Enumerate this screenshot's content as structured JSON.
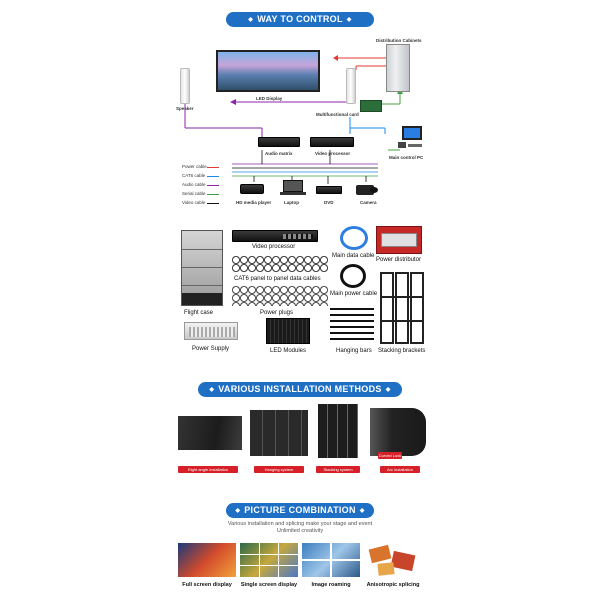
{
  "sections": {
    "control": "WAY TO CONTROL",
    "installation": "VARIOUS INSTALLATION METHODS",
    "combination": "PICTURE COMBINATION"
  },
  "diagram": {
    "distribution": "Distribution Cabinets",
    "display": "LED Display",
    "speaker": "Speaker",
    "card": "Multifunctional card",
    "audio": "Audio matrix",
    "video": "Video processor",
    "pc": "Main control PC",
    "hd": "HD media player",
    "laptop": "Laptop",
    "dvd": "DVD",
    "camera": "Camera"
  },
  "legend": [
    {
      "label": "Power cable",
      "color": "#e53935"
    },
    {
      "label": "CAT6 cable",
      "color": "#1e88e5"
    },
    {
      "label": "Audio cable",
      "color": "#8e24aa"
    },
    {
      "label": "Serial cable",
      "color": "#43a047"
    },
    {
      "label": "Video cable",
      "color": "#111111"
    }
  ],
  "equipment": {
    "flight_case": "Flight case",
    "video_processor": "Video processor",
    "main_data_cable": "Main data cable",
    "power_distributor": "Power distributor",
    "cat6": "CAT6 panel to panel data cables",
    "main_power_cable": "Main power cable",
    "power_plugs": "Power plugs",
    "power_supply": "Power Supply",
    "led_modules": "LED Modules",
    "hanging_bars": "Hanging bars",
    "stacking_brackets": "Stacking brackets"
  },
  "installation": [
    "Right angle installation",
    "Hanging system",
    "Stacking system",
    "Arc installation"
  ],
  "installation_tag": "Curved Lock",
  "combination": {
    "subtitle_1": "Various installation and splicing make your stage and event",
    "subtitle_2": "Unlimited creativity",
    "items": [
      "Full screen display",
      "Single screen display",
      "Image roaming",
      "Anisotropic splicing"
    ]
  }
}
